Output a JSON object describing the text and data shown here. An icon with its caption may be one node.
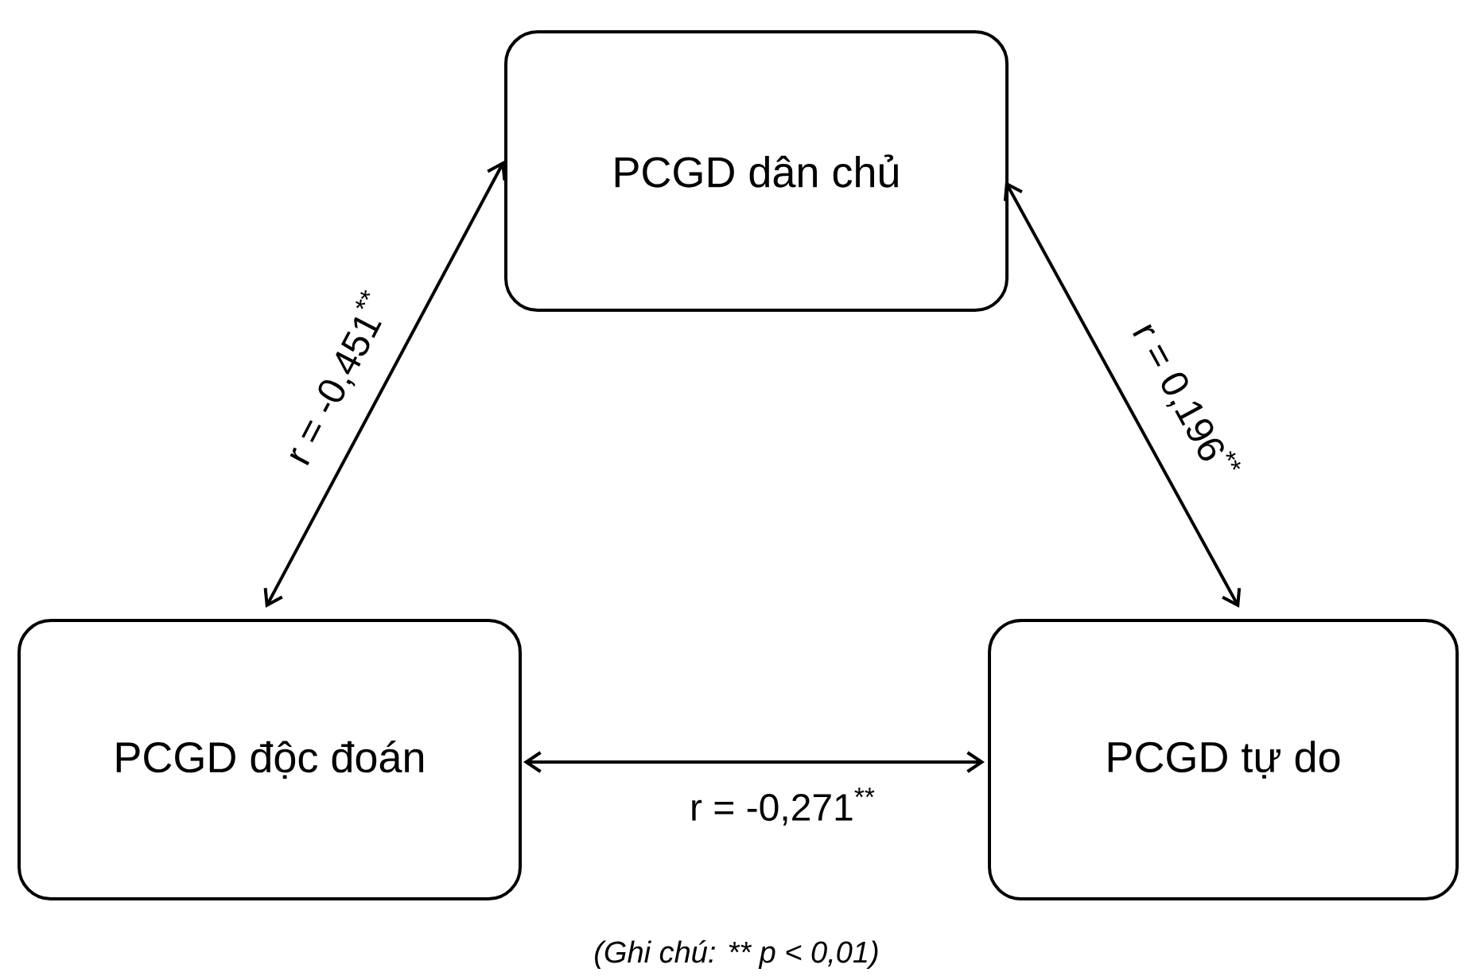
{
  "diagram": {
    "caption": "(Ghi chú: ** p < 0,01)",
    "nodes": [
      {
        "text": [
          "PCGD dân chủ"
        ]
      },
      {
        "text": [
          "PCGD độc đoán"
        ]
      },
      {
        "text": [
          "PCGD tự do"
        ]
      }
    ],
    "edges": [
      {
        "from": 0,
        "to": 1,
        "arrow": "both",
        "label": "r = -0,451$^{**}$"
      },
      {
        "from": 0,
        "to": 2,
        "arrow": "both",
        "label": "r = 0,196$^{**}$"
      },
      {
        "from": 1,
        "to": 2,
        "arrow": "both",
        "label": "r = -0,271$^{**}$"
      }
    ]
  }
}
